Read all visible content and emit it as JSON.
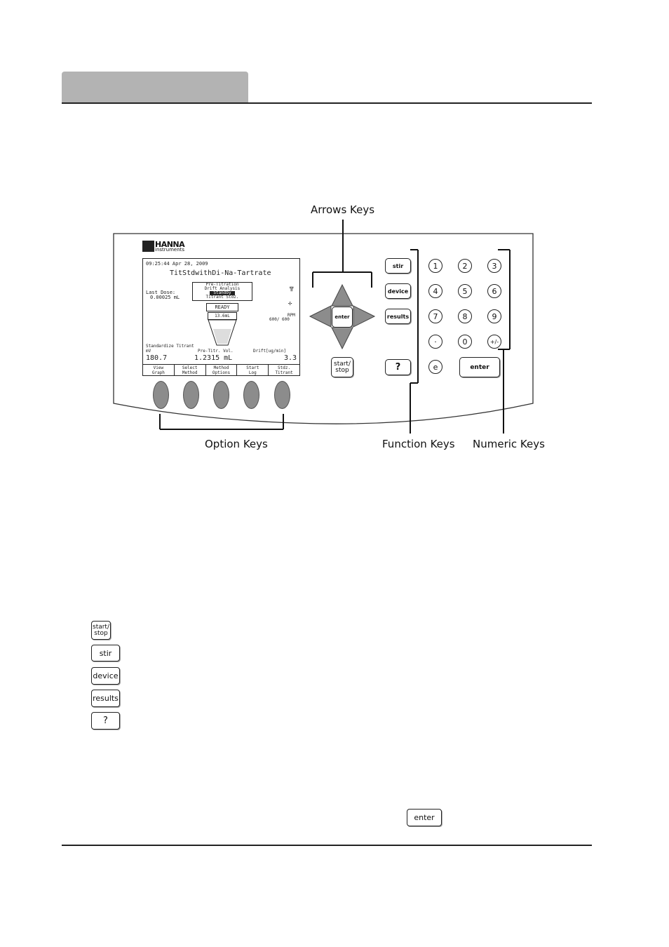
{
  "labels": {
    "arrows": "Arrows Keys",
    "option": "Option Keys",
    "function": "Function Keys",
    "numeric": "Numeric Keys"
  },
  "brand": {
    "name": "HANNA",
    "sub": "instruments"
  },
  "lcd": {
    "datetime": "09:25:44 Apr 28, 2009",
    "method": "TitStdwithDi-Na-Tartrate",
    "last_dose_label": "Last Dose:",
    "last_dose_value": "0.00025 mL",
    "box_line1": "Pre-Titration",
    "box_line2": "Drift Analysis",
    "box_line3": "Standby",
    "box_line4": "Titrant Stdz.",
    "ready": "READY",
    "volume": "13.6mL",
    "rpm_label": "RPM",
    "rpm_value": "600/ 600",
    "mode": "Standardize Titrant",
    "col1_label": "mV",
    "col1_value": "180.7",
    "col2_label": "Pre-Titr. Vol.",
    "col2_value": "1.2315 mL",
    "col3_label": "Drift[ug/min]",
    "col3_value": "3.3",
    "menu": [
      {
        "l1": "View",
        "l2": "Graph"
      },
      {
        "l1": "Select",
        "l2": "Method"
      },
      {
        "l1": "Method",
        "l2": "Options"
      },
      {
        "l1": "Start",
        "l2": "Log"
      },
      {
        "l1": "Stdz.",
        "l2": "Titrant"
      }
    ]
  },
  "keys": {
    "enter_arrow": "enter",
    "start": "start/",
    "stop": "stop",
    "stir": "stir",
    "device": "device",
    "results": "results",
    "help": "?",
    "numeric": [
      "1",
      "2",
      "3",
      "4",
      "5",
      "6",
      "7",
      "8",
      "9",
      "·",
      "0",
      "+/-"
    ],
    "e": "e",
    "enter": "enter"
  },
  "legend": {
    "start": "start/",
    "stop": "stop",
    "stir": "stir",
    "device": "device",
    "results": "results",
    "help": "?",
    "enter": "enter"
  }
}
